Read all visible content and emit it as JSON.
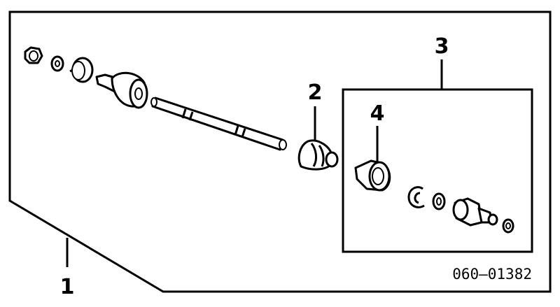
{
  "callouts": {
    "c1": "1",
    "c2": "2",
    "c3": "3",
    "c4": "4"
  },
  "figure_code": "060–01382",
  "colors": {
    "line": "#000000",
    "background": "#ffffff"
  }
}
